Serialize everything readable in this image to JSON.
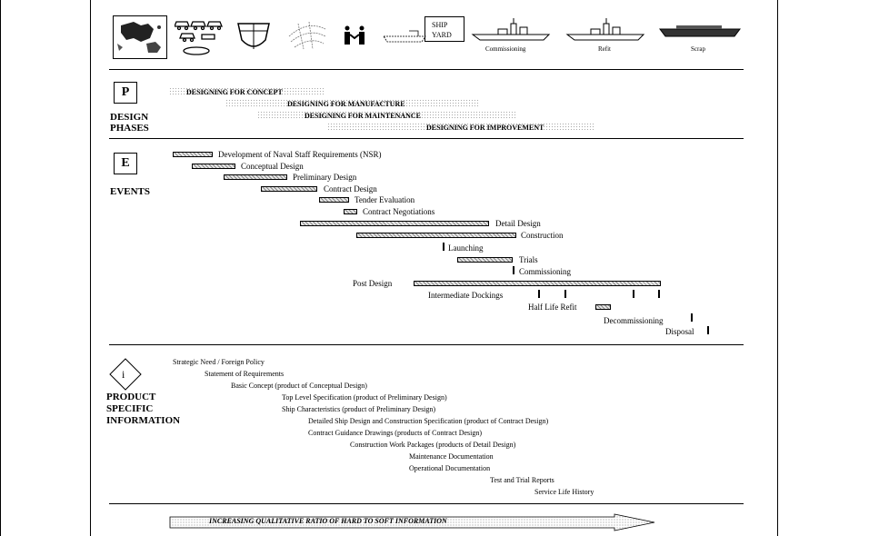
{
  "header": {
    "shipyard_label_line1": "SHIP",
    "shipyard_label_line2": "YARD",
    "commissioning_label": "Commissioning",
    "refit_label": "Refit",
    "scrap_label": "Scrap"
  },
  "design_phases": {
    "letter": "P",
    "title_line1": "DESIGN",
    "title_line2": "PHASES",
    "phases": [
      "DESIGNING FOR CONCEPT",
      "DESIGNING FOR MANUFACTURE",
      "DESIGNING FOR MAINTENANCE",
      "DESIGNING FOR IMPROVEMENT"
    ]
  },
  "events": {
    "letter": "E",
    "title": "EVENTS",
    "items": [
      "Development of Naval Staff Requirements (NSR)",
      "Conceptual Design",
      "Preliminary Design",
      "Contract Design",
      "Tender Evaluation",
      "Contract Negotiations",
      "Detail Design",
      "Construction",
      "Launching",
      "Trials",
      "Commissioning",
      "Post Design",
      "Intermediate Dockings",
      "Half Life Refit",
      "Decommissioning",
      "Disposal"
    ]
  },
  "product_info": {
    "letter": "i",
    "title_line1": "PRODUCT",
    "title_line2": "SPECIFIC",
    "title_line3": "INFORMATION",
    "items": [
      "Strategic Need / Foreign Policy",
      "Statement of Requirements",
      "Basic Concept (product of Conceptual Design)",
      "Top Level Specification  (product of Preliminary Design)",
      "Ship Characteristics  (product of Preliminary Design)",
      "Detailed Ship Design and Construction Specification  (product of Contract Design)",
      "Contract Guidance Drawings  (products of Contract Design)",
      "Construction Work Packages  (products of Detail Design)",
      "Maintenance Documentation",
      "Operational Documentation",
      "Test and Trial Reports",
      "Service Life History"
    ]
  },
  "footer": {
    "arrow_label": "INCREASING QUALITATIVE RATIO OF HARD TO SOFT INFORMATION"
  }
}
